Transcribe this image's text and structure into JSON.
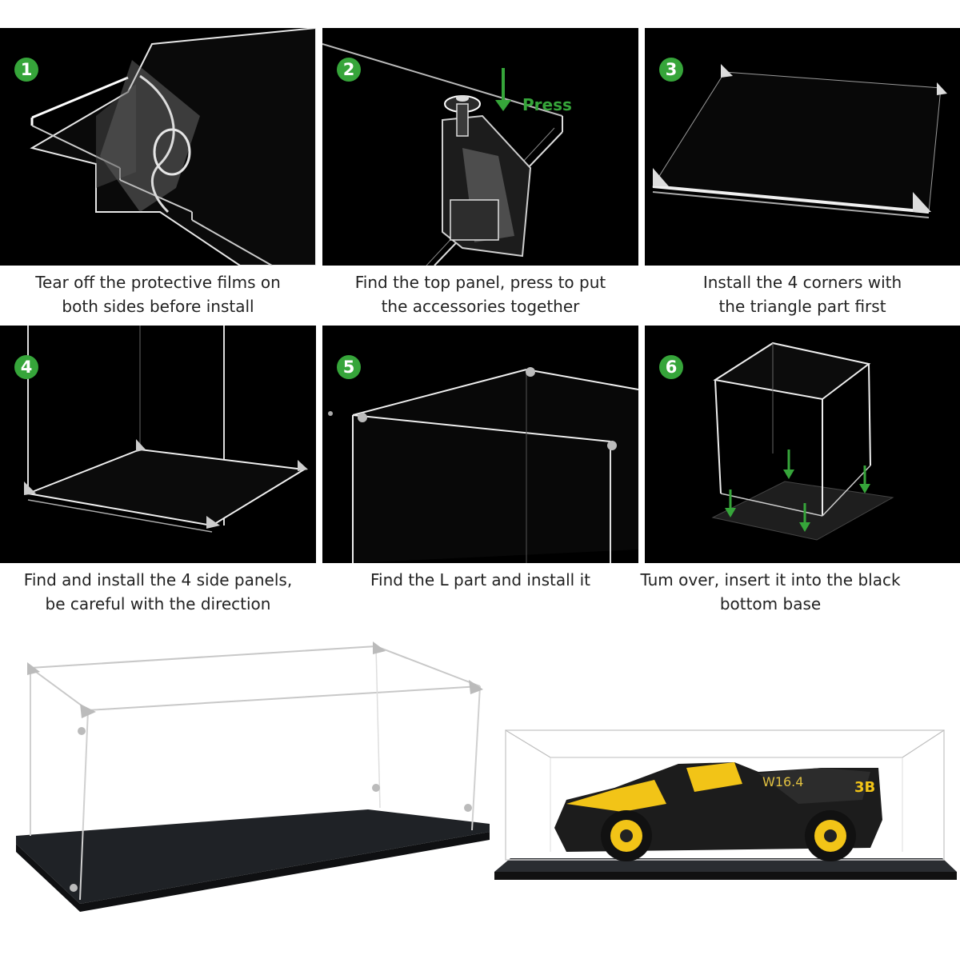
{
  "steps": [
    {
      "number": "1",
      "caption_line1": "Tear off the protective films on",
      "caption_line2": "both sides before install"
    },
    {
      "number": "2",
      "caption_line1": "Find the top panel, press to put",
      "caption_line2": "the accessories together",
      "annotation": "Press"
    },
    {
      "number": "3",
      "caption_line1": "Install the 4 corners with",
      "caption_line2": "the triangle part first"
    },
    {
      "number": "4",
      "caption_line1": "Find and install the 4 side panels,",
      "caption_line2": "be careful with the direction"
    },
    {
      "number": "5",
      "caption_line1": "Find the L part and install it",
      "caption_line2": ""
    },
    {
      "number": "6",
      "caption_line1": "Tum over, insert it into the black",
      "caption_line2": "bottom base"
    }
  ],
  "model_plate": "W16.4",
  "model_number": "3B",
  "colors": {
    "badge": "#36a53a",
    "panel_bg": "#000000",
    "car_yellow": "#f2c417"
  }
}
